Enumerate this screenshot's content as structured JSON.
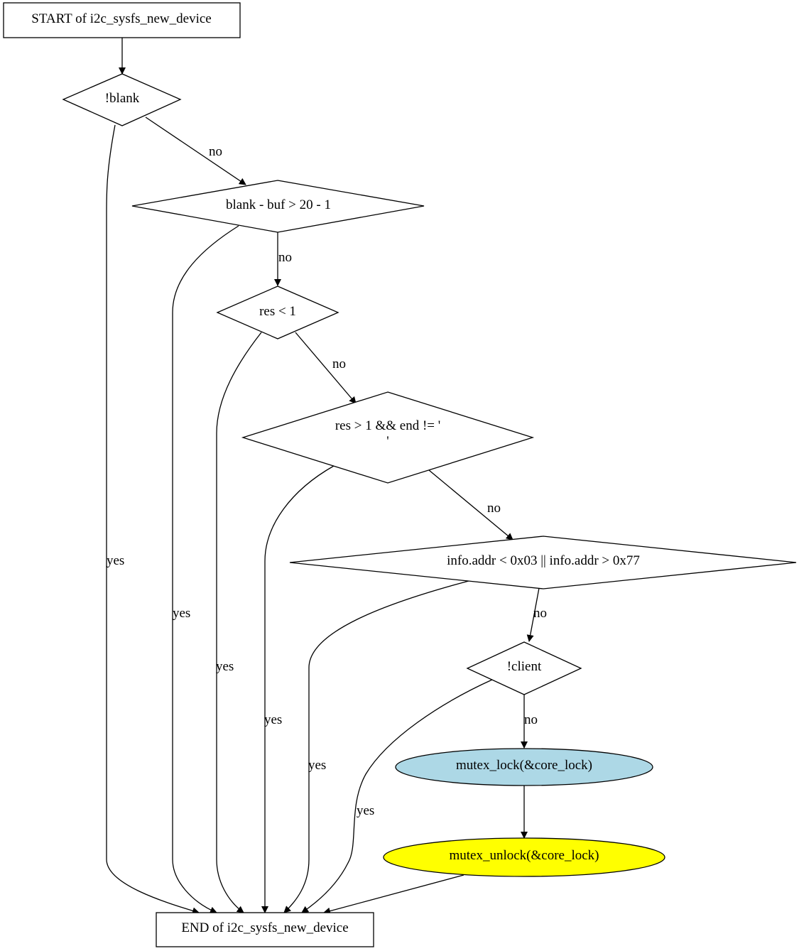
{
  "nodes": {
    "start": "START of i2c_sysfs_new_device",
    "blank": "!blank",
    "blank_buf": "blank - buf > 20 - 1",
    "res_lt_1": "res < 1",
    "res_gt_1_line1": "res > 1 && end != '",
    "res_gt_1_line2": "'",
    "info_addr": "info.addr < 0x03 || info.addr > 0x77",
    "client": "!client",
    "mutex_lock": "mutex_lock(&core_lock)",
    "mutex_unlock": "mutex_unlock(&core_lock)",
    "end": "END of i2c_sysfs_new_device"
  },
  "edge_labels": {
    "blank_no": "no",
    "blank_yes": "yes",
    "blank_buf_no": "no",
    "blank_buf_yes": "yes",
    "res_lt_1_no": "no",
    "res_lt_1_yes": "yes",
    "res_gt_1_no": "no",
    "res_gt_1_yes": "yes",
    "info_addr_no": "no",
    "info_addr_yes": "yes",
    "client_no": "no",
    "client_yes": "yes"
  },
  "colors": {
    "mutex_lock_fill": "#add8e6",
    "mutex_unlock_fill": "#ffff00",
    "default_fill": "#ffffff"
  }
}
